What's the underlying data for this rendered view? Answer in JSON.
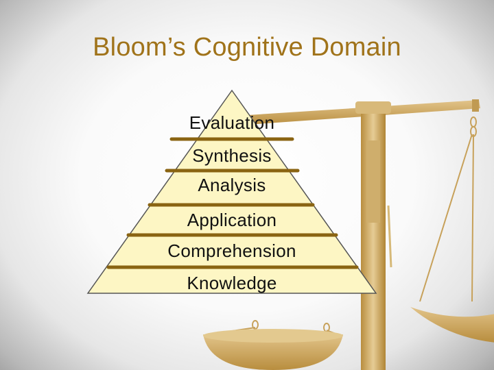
{
  "title": "Bloom’s Cognitive Domain",
  "levels": [
    {
      "label": "Evaluation"
    },
    {
      "label": "Synthesis"
    },
    {
      "label": "Analysis"
    },
    {
      "label": "Application"
    },
    {
      "label": "Comprehension"
    },
    {
      "label": "Knowledge"
    }
  ],
  "colors": {
    "title": "#a0731a",
    "pyramid_fill": "#fdf6c4",
    "divider": "#8a6412",
    "scale_gold": "#cfa85a"
  },
  "background_image": "balance-scale"
}
